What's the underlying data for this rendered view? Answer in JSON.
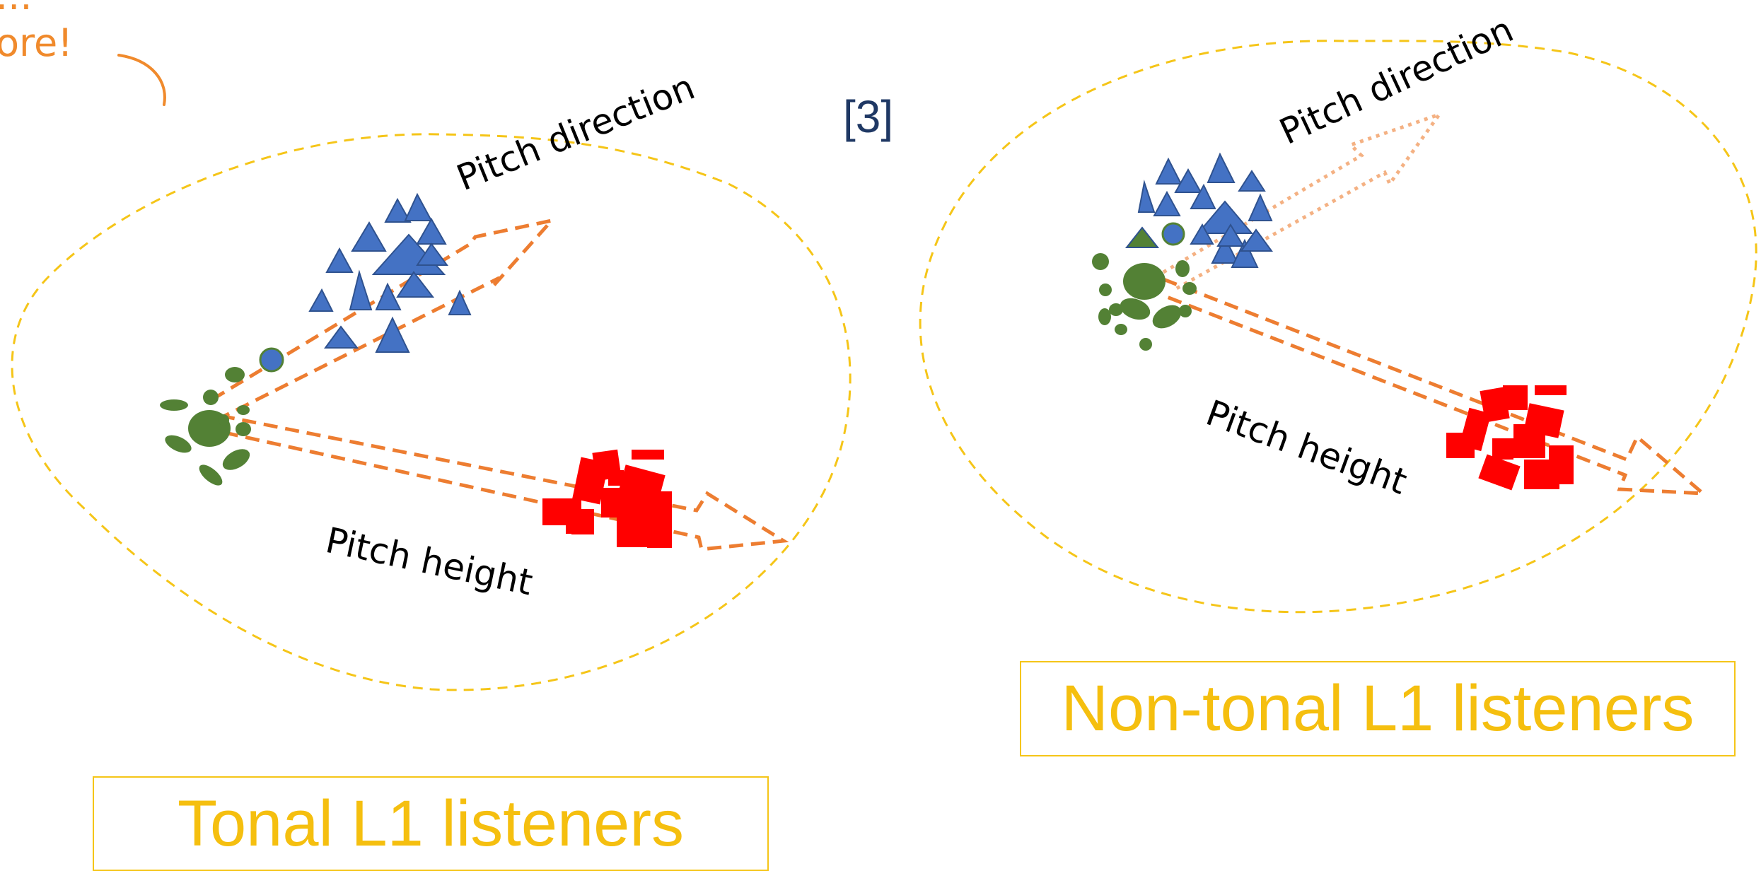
{
  "corner_note": {
    "line1": "...",
    "line2": "ore!"
  },
  "reference": "[3]",
  "panels": {
    "left": {
      "caption": "Tonal L1 listeners",
      "axis_direction": "Pitch direction",
      "axis_height": "Pitch height"
    },
    "right": {
      "caption": "Non-tonal L1 listeners",
      "axis_direction": "Pitch direction",
      "axis_height": "Pitch height"
    }
  },
  "colors": {
    "ellipse": "#f5c518",
    "arrow": "#ed7d31",
    "triangle": "#4472c4",
    "ellipse_points": "#538135",
    "square_points": "#ff0000",
    "caption": "#f5bf0f",
    "reference": "#1f3864",
    "corner_note": "#f08a2c"
  }
}
